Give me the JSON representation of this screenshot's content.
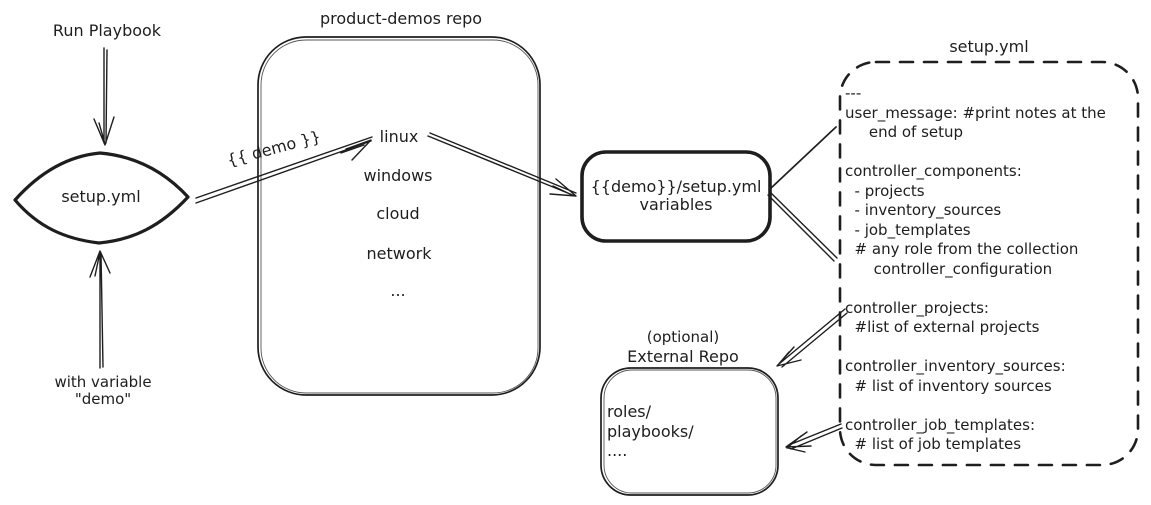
{
  "colors": {
    "stroke": "#1e1e1e",
    "background": "#ffffff"
  },
  "labels": {
    "run_playbook": "Run Playbook",
    "diamond": "setup.yml",
    "with_variable_line1": "with variable",
    "with_variable_line2": "\"demo\"",
    "demo_arrow": "{{ demo }}",
    "repo_title": "product-demos repo",
    "variables_line1": "{{demo}}/setup.yml",
    "variables_line2": "variables",
    "setup_title": "setup.yml",
    "external_optional": "(optional)",
    "external_title": "External Repo"
  },
  "repo_items": [
    "linux",
    "windows",
    "cloud",
    "network",
    "..."
  ],
  "setup_yaml": "---\nuser_message: #print notes at the\n     end of setup\n\ncontroller_components:\n  - projects\n  - inventory_sources\n  - job_templates\n  # any role from the collection\n      controller_configuration\n\ncontroller_projects:\n  #list of external projects\n\ncontroller_inventory_sources:\n  # list of inventory sources\n\ncontroller_job_templates:\n  # list of job templates",
  "external_files": "roles/\nplaybooks/\n...."
}
